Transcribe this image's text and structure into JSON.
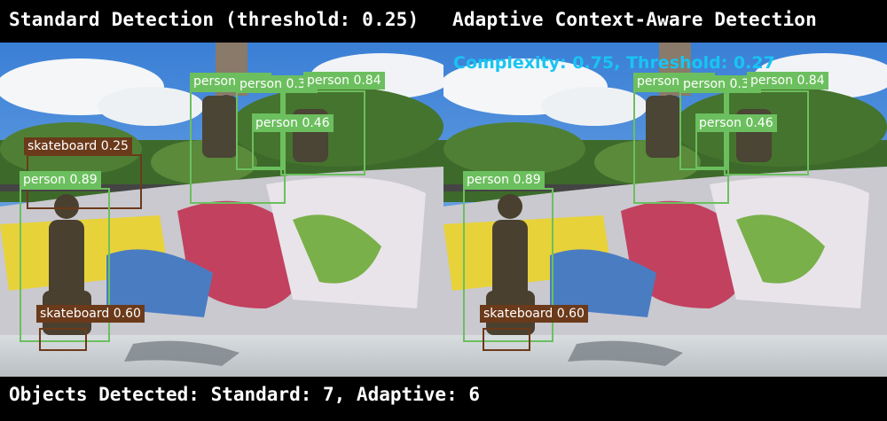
{
  "header": {
    "left_title": "Standard Detection (threshold: 0.25)",
    "right_title": "Adaptive Context-Aware Detection"
  },
  "adaptive": {
    "complexity_label": "Complexity: 0.75, Threshold: 0.27"
  },
  "footer": {
    "summary": "Objects Detected: Standard: 7, Adaptive: 6"
  },
  "standard_detections": [
    {
      "label": "person 0.87"
    },
    {
      "label": "person 0.39"
    },
    {
      "label": "person 0.84"
    },
    {
      "label": "person 0.46"
    },
    {
      "label": "skateboard 0.25"
    },
    {
      "label": "person 0.89"
    },
    {
      "label": "skateboard 0.60"
    }
  ],
  "adaptive_detections": [
    {
      "label": "person 0.87"
    },
    {
      "label": "person 0.39"
    },
    {
      "label": "person 0.84"
    },
    {
      "label": "person 0.46"
    },
    {
      "label": "person 0.89"
    },
    {
      "label": "skateboard 0.60"
    }
  ],
  "colors": {
    "person": "#6cbf5e",
    "skateboard": "#6b3a1a",
    "complexity_text": "#19c4f2"
  }
}
